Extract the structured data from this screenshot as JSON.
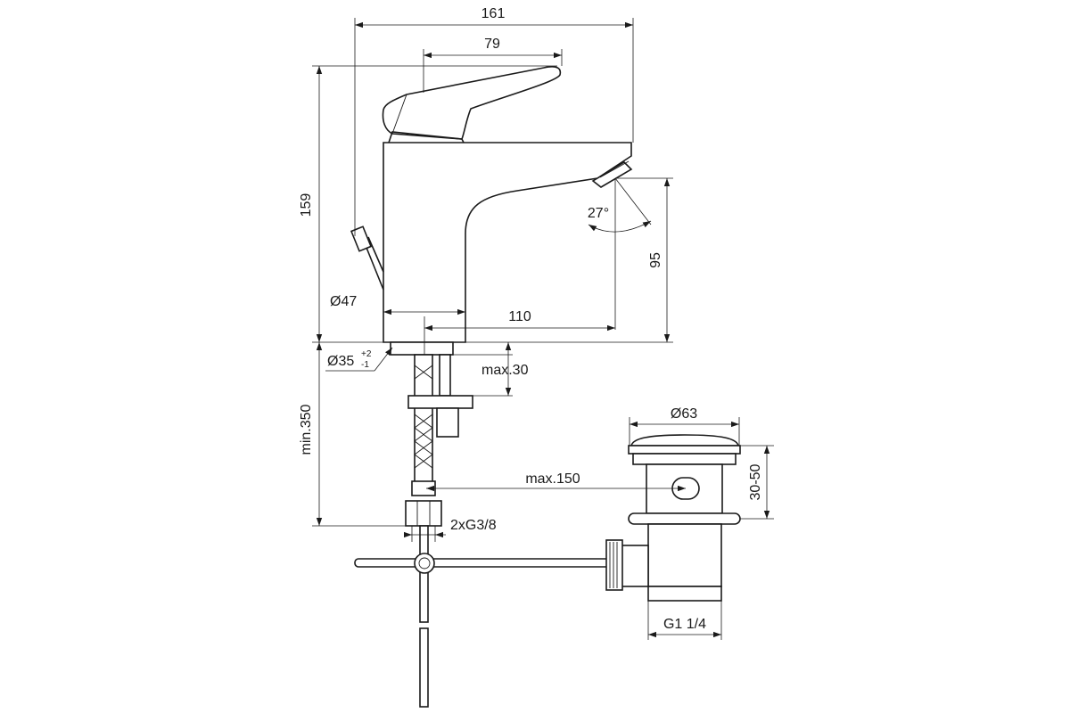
{
  "diagram": {
    "dimensions": {
      "overall_width": "161",
      "lever_width": "79",
      "overall_height": "159",
      "spout_height": "95",
      "spout_angle": "27°",
      "body_diameter": "Ø47",
      "spout_reach": "110",
      "hole_diameter": "Ø35",
      "hole_tol_upper": "+2",
      "hole_tol_lower": "-1",
      "max_deck_thickness": "max.30",
      "min_hose_length": "min.350",
      "hose_thread": "2xG3/8",
      "waste_diameter": "Ø63",
      "waste_height": "30-50",
      "rod_length": "max.150",
      "waste_thread": "G1 1/4"
    }
  }
}
